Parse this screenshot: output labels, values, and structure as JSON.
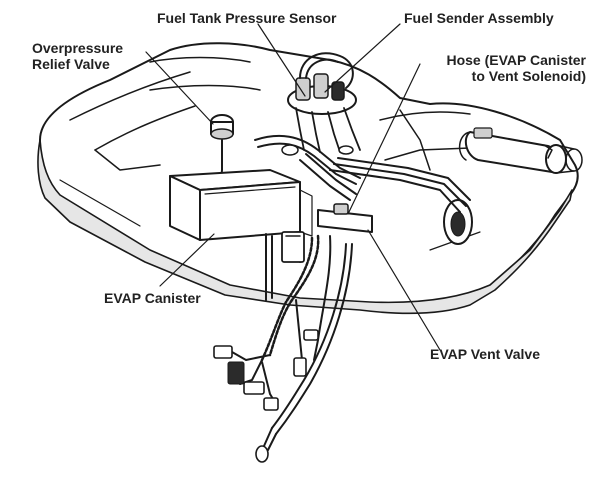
{
  "labels": {
    "pressure_sensor": "Fuel Tank Pressure Sensor",
    "sender_assembly": "Fuel Sender Assembly",
    "overpressure_line1": "Overpressure",
    "overpressure_line2": "Relief Valve",
    "hose_line1": "Hose (EVAP Canister",
    "hose_line2": "to Vent Solenoid)",
    "evap_canister": "EVAP Canister",
    "evap_vent_valve": "EVAP Vent Valve"
  },
  "colors": {
    "ink": "#1a1a1a",
    "label_text": "#222222",
    "background": "#ffffff"
  }
}
